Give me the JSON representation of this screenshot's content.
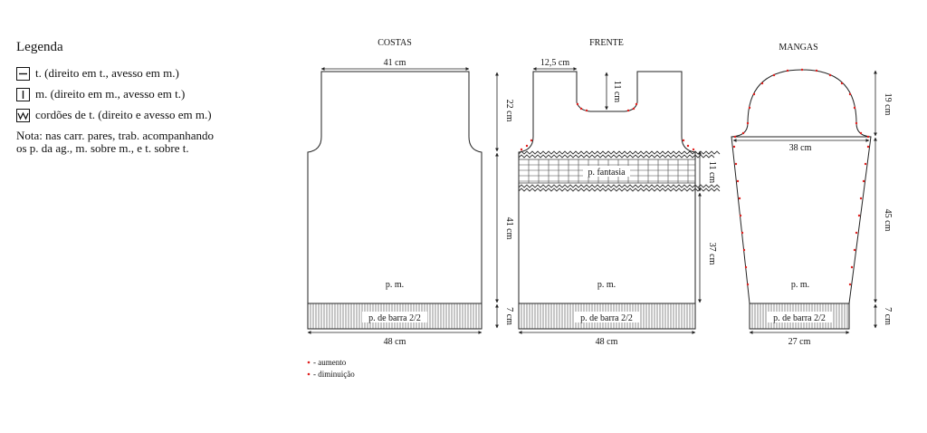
{
  "legend": {
    "title": "Legenda",
    "items": [
      {
        "symbol": "horizontal-bar-icon",
        "text": "t. (direito em t., avesso em m.)"
      },
      {
        "symbol": "vertical-bar-icon",
        "text": "m. (direito em m., avesso em t.)"
      },
      {
        "symbol": "zigzag-icon",
        "text": "cordões de t. (direito e avesso em m.)"
      }
    ],
    "note_line1": "Nota: nas carr. pares, trab. acompanhando",
    "note_line2": "os p. da ag., m. sobre m., e t. sobre t."
  },
  "pieces": {
    "costas": {
      "title": "COSTAS",
      "width_top": "41 cm",
      "armhole_height": "22 cm",
      "body_height": "41 cm",
      "rib_height": "7 cm",
      "width_bottom": "48 cm",
      "stitch": "p. m.",
      "rib": "p. de barra 2/2"
    },
    "frente": {
      "title": "FRENTE",
      "shoulder": "12,5 cm",
      "neck_depth": "11 cm",
      "pattern_height": "11 cm",
      "body_height": "37 cm",
      "rib_height": "7 cm",
      "width_bottom": "48 cm",
      "pattern": "p. fantasia",
      "stitch": "p. m.",
      "rib": "p. de barra 2/2"
    },
    "mangas": {
      "title": "MANGAS",
      "cap_height": "19 cm",
      "width_top": "38 cm",
      "body_height": "45 cm",
      "rib_height": "7 cm",
      "width_bottom": "27 cm",
      "stitch": "p. m.",
      "rib": "p. de barra 2/2"
    }
  },
  "key": {
    "increase": "- aumento",
    "decrease": "- diminuição",
    "marker_color": "#e0201e"
  }
}
